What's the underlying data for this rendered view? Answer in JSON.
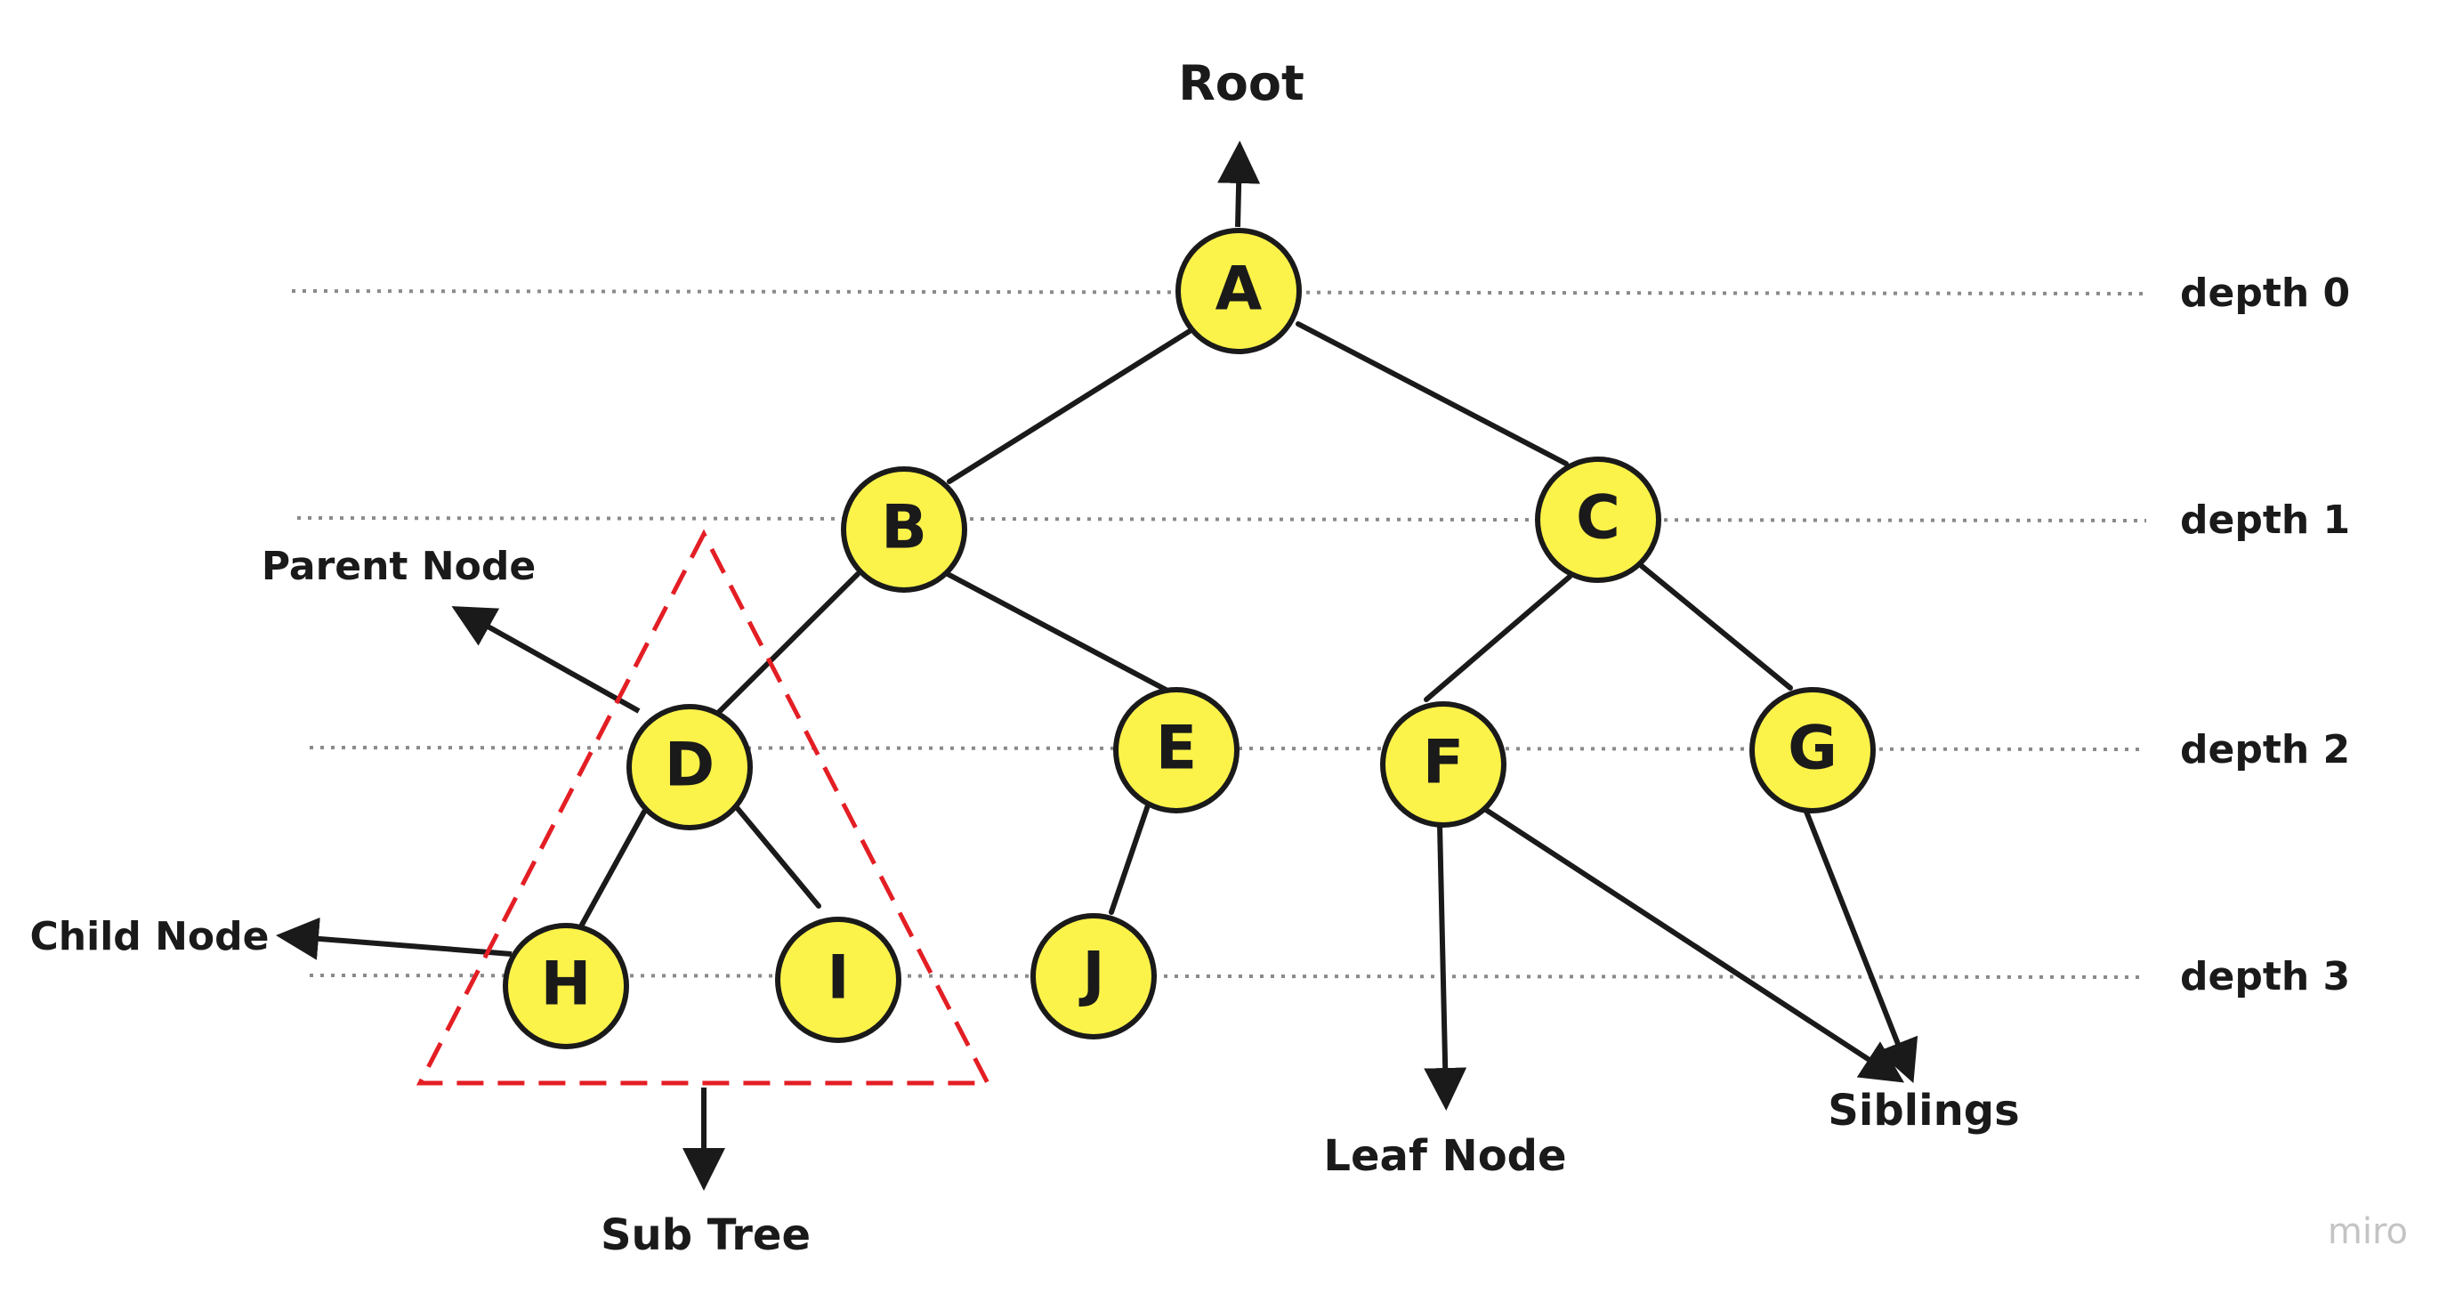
{
  "diagram": {
    "title_label": "Root",
    "depth_labels": [
      "depth 0",
      "depth 1",
      "depth 2",
      "depth 3"
    ],
    "nodes": [
      "A",
      "B",
      "C",
      "D",
      "E",
      "F",
      "G",
      "H",
      "I",
      "J"
    ],
    "edges": [
      [
        "A",
        "B"
      ],
      [
        "A",
        "C"
      ],
      [
        "B",
        "D"
      ],
      [
        "B",
        "E"
      ],
      [
        "C",
        "F"
      ],
      [
        "C",
        "G"
      ],
      [
        "D",
        "H"
      ],
      [
        "D",
        "I"
      ],
      [
        "E",
        "J"
      ]
    ],
    "annotations": {
      "parent_node": "Parent Node",
      "child_node": "Child Node",
      "sub_tree": "Sub Tree",
      "leaf_node": "Leaf Node",
      "siblings": "Siblings"
    },
    "watermark": "miro",
    "colors": {
      "node_fill": "#fbf24a",
      "node_stroke": "#1a1a1a",
      "edge": "#1a1a1a",
      "subtree_outline": "#e31e24",
      "depth_guide": "#8a8a8a",
      "watermark": "#c4c4c4"
    }
  }
}
